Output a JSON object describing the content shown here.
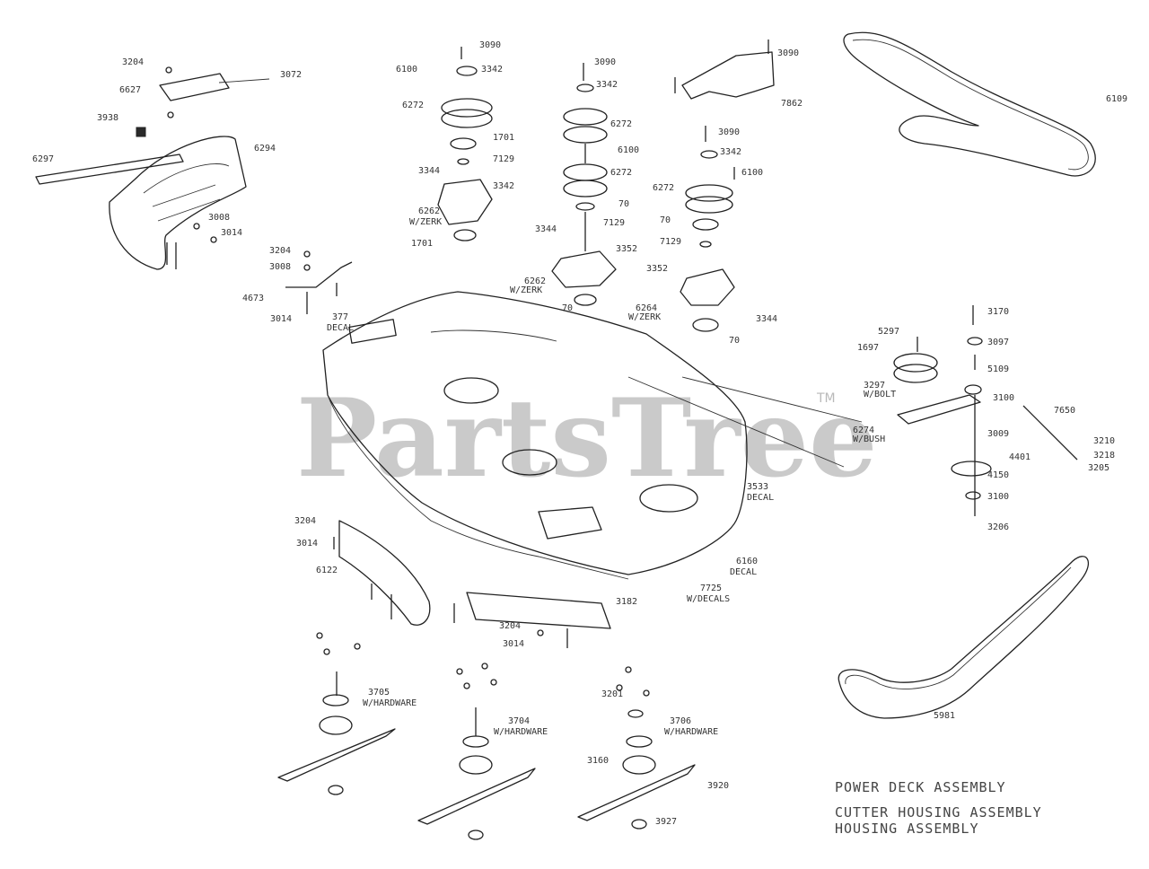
{
  "watermark": {
    "text": "PartsTree",
    "tm": "TM"
  },
  "titles": [
    "POWER DECK ASSEMBLY",
    "CUTTER HOUSING ASSEMBLY",
    "HOUSING ASSEMBLY"
  ],
  "labels": {
    "cover_rod": "6297",
    "cover": "6294",
    "hinge_bolt": "3204",
    "bracket_a": "6627",
    "spring_a": "3072",
    "clip_a": "3938",
    "washer_cover": "3008",
    "nut_cover": "3014",
    "bolt_l1": "3204",
    "bolt_l2": "3008",
    "link": "4673",
    "nut_l": "3014",
    "decal1": "377",
    "decal1_word": "DECAL",
    "pa_bolt": "3090",
    "pa_key": "6100",
    "pa_washer": "3342",
    "pa_pulley": "6272",
    "pa_bearing": "1701",
    "pa_spacer": "7129",
    "pa_nut": "3344",
    "pa_stud": "3342",
    "pa_housing": "6262",
    "pa_housing_note": "W/ZERK",
    "pa_bearing2": "1701",
    "pb_bolt": "3090",
    "pb_washer": "3342",
    "pb_pulley": "6272",
    "pb_key": "6100",
    "pb_pulley2": "6272",
    "pb_bearing": "70",
    "pb_spacer": "7129",
    "pb_nut": "3344",
    "pb_stud": "3352",
    "pb_housing": "6262",
    "pb_housing_note": "W/ZERK",
    "pb_bearing2": "70",
    "bracket_b": "7862",
    "bracket_bolt": "3090",
    "pc_bolt": "3090",
    "pc_washer": "3342",
    "pc_key": "6100",
    "pc_pulley": "6272",
    "pc_bearing": "70",
    "pc_spacer": "7129",
    "pc_stud": "3352",
    "pc_housing": "6264",
    "pc_housing_note": "W/ZERK",
    "pc_nut": "3344",
    "pc_bearing2": "70",
    "belt_top": "6109",
    "id_bolt": "3170",
    "id_pulley_bolt": "5297",
    "id_pulley": "1697",
    "id_washer": "3097",
    "id_spacer": "5109",
    "id_arm_bolt": "3297",
    "id_arm_note": "W/BOLT",
    "id_pivot": "3100",
    "id_arm": "6274",
    "id_arm_note2": "W/BUSH",
    "id_spring": "7650",
    "id_washer2": "3009",
    "id_pin": "4401",
    "id_nut": "3210",
    "id_bolt2": "3218",
    "id_bolt3": "3205",
    "id_plate": "4150",
    "id_washer3": "3100",
    "id_bolt4": "3206",
    "decal2": "3533",
    "decal2_word": "DECAL",
    "decal3": "6160",
    "decal3_word": "DECAL",
    "deck": "7725",
    "deck_note": "W/DECALS",
    "lb_bolt": "3204",
    "lb_nut": "3014",
    "lb_guard": "6122",
    "rb_guard": "3182",
    "rb_bolt": "3204",
    "rb_nut": "3014",
    "sp1": "3705",
    "sp1_note": "W/HARDWARE",
    "sp2": "3704",
    "sp2_note": "W/HARDWARE",
    "sp3_bolt": "3201",
    "sp3": "3706",
    "sp3_note": "W/HARDWARE",
    "blade_adapter": "3160",
    "blade": "3920",
    "blade_nut": "3927",
    "belt_bottom": "5981"
  }
}
